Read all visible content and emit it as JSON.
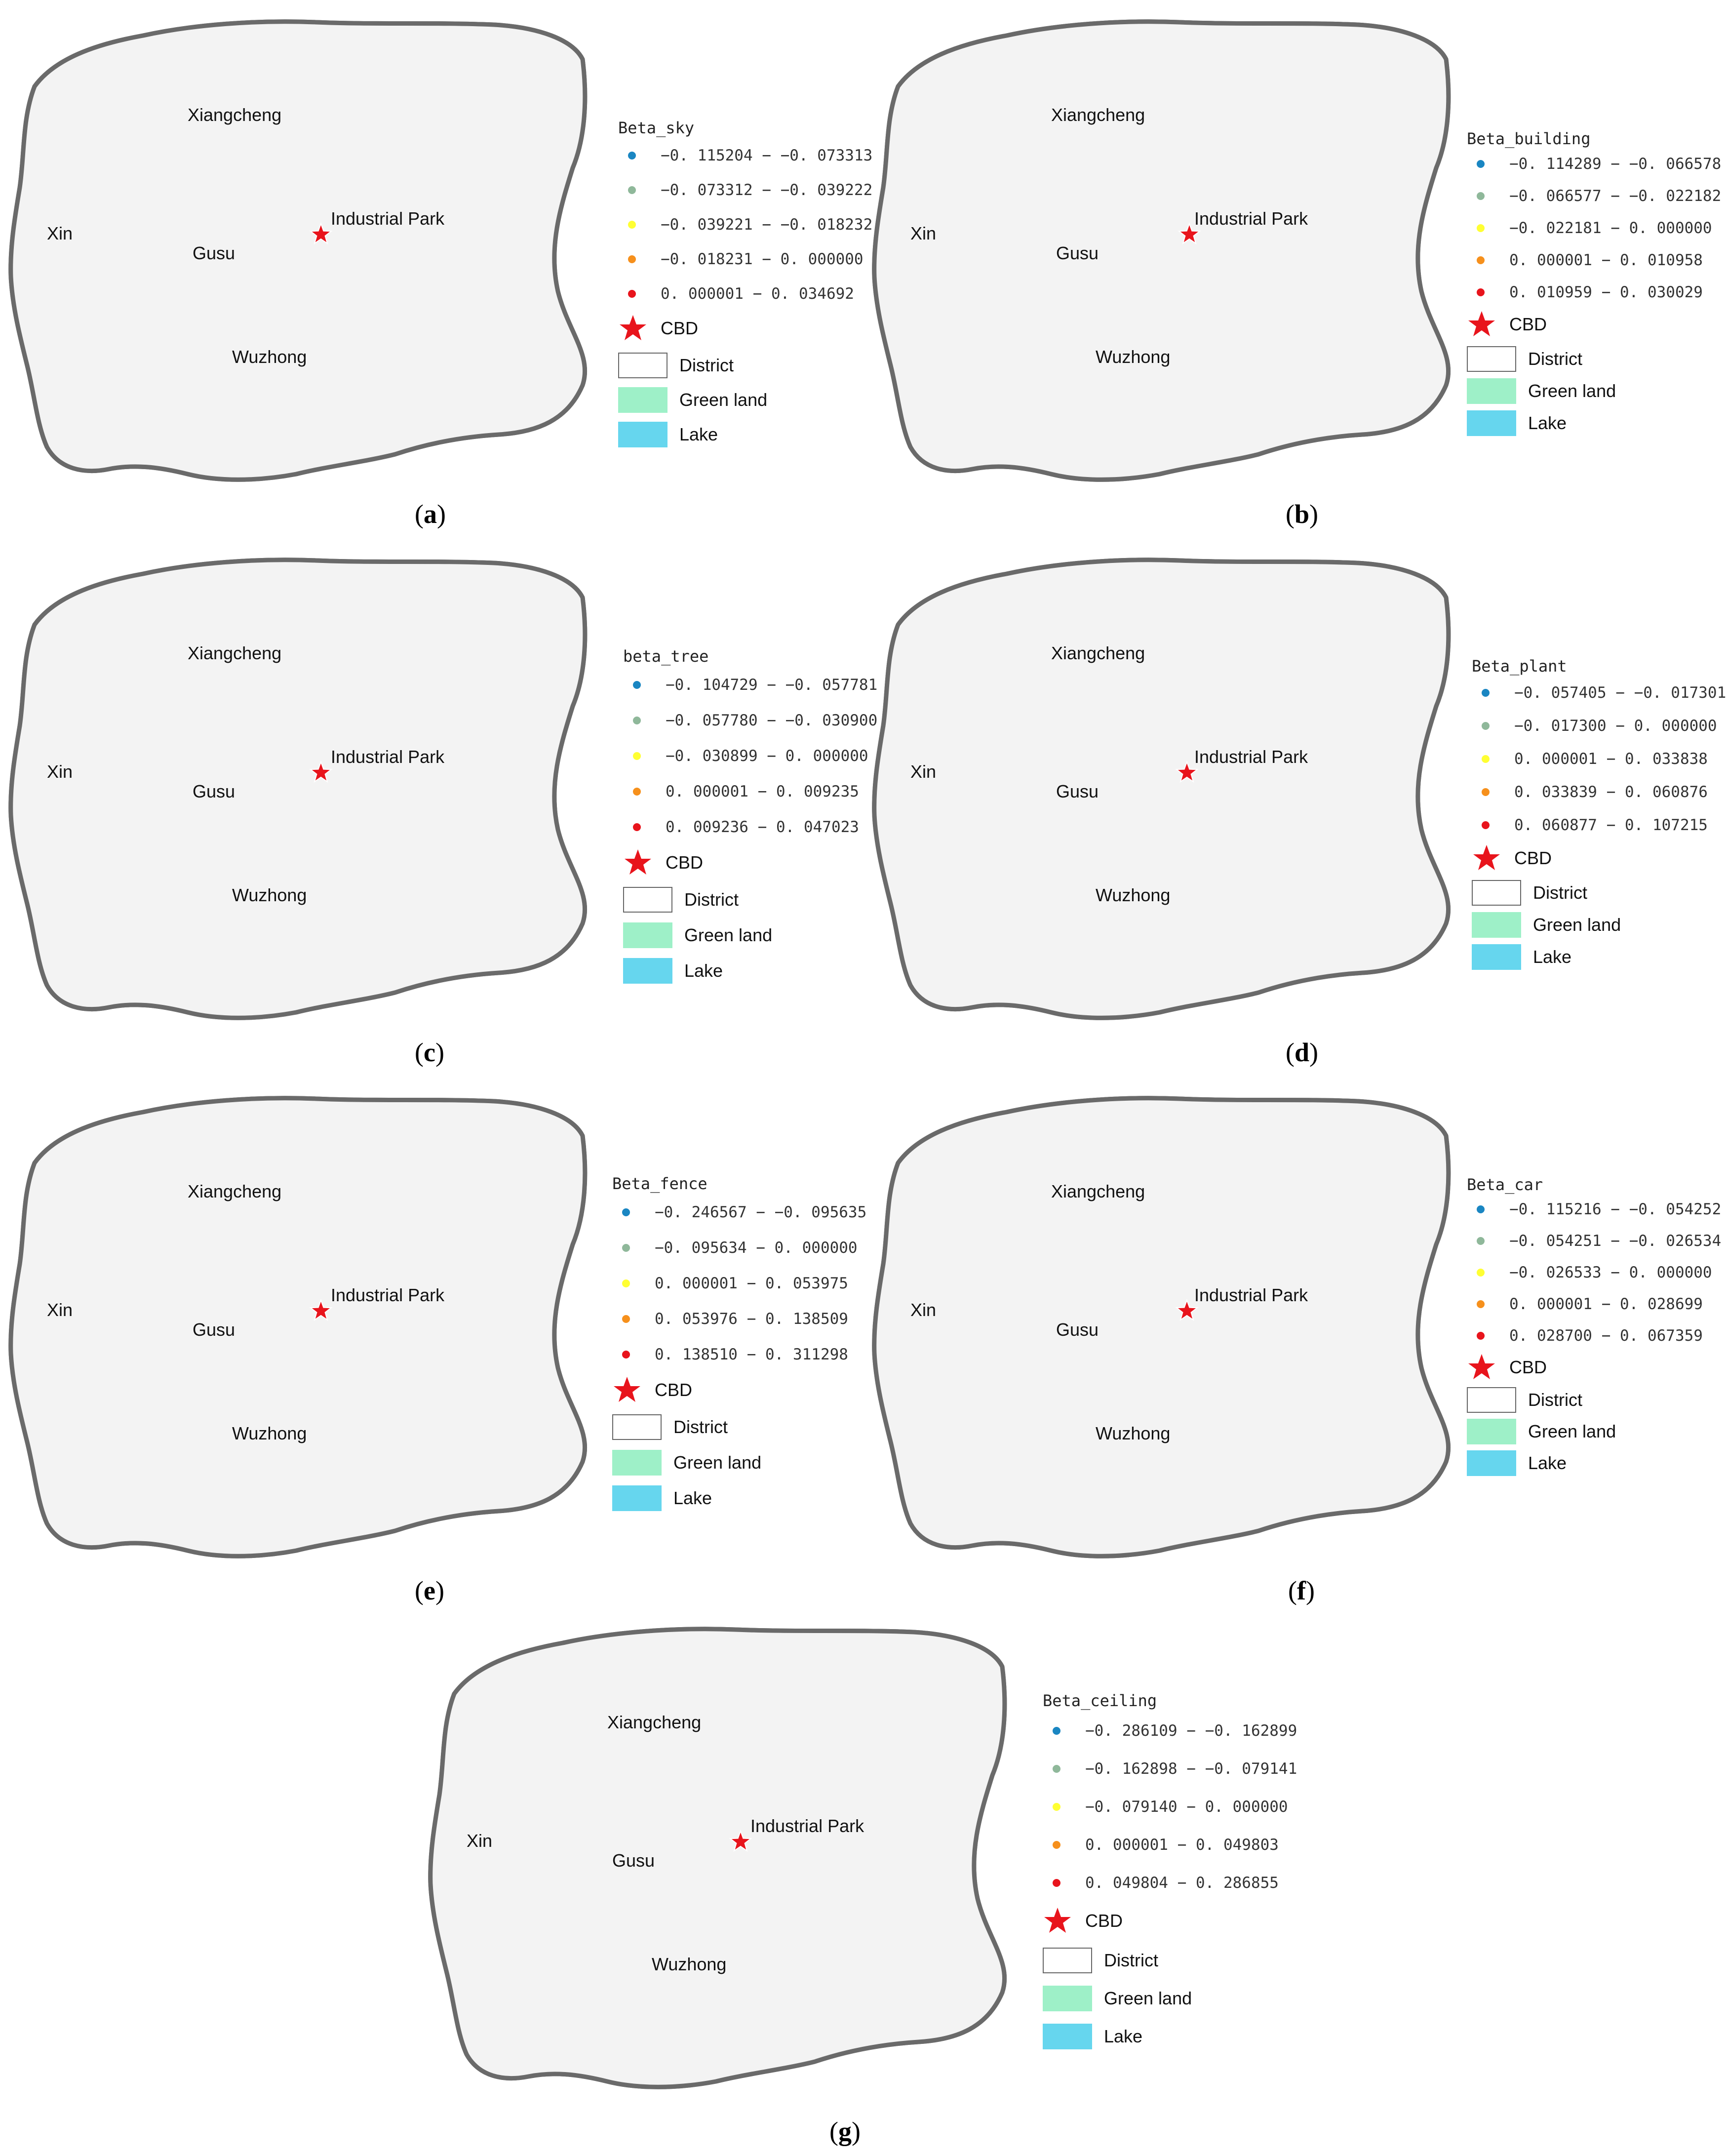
{
  "colors": {
    "class1": "#1a86c2",
    "class2": "#8fb89a",
    "class3": "#ffff33",
    "class4": "#f6901c",
    "class5": "#e8141c",
    "lake": "#66d6ee",
    "green_land": "#9ef0c8",
    "district_fill": "#ffffff",
    "map_background": "#f3f3f3",
    "cbd": "#e8141c"
  },
  "place_labels": {
    "xiangcheng": "Xiangcheng",
    "xin": "Xin",
    "gusu": "Gusu",
    "industrial_park": "Industrial Park",
    "wuzhong": "Wuzhong"
  },
  "common_legend": {
    "cbd": "CBD",
    "district": "District",
    "green_land": "Green land",
    "lake": "Lake"
  },
  "panels": [
    {
      "id": "a",
      "caption_open": "(",
      "caption_letter": "a",
      "caption_close": ")",
      "legend_title": "Beta_sky",
      "classes": [
        "−0. 115204 − −0. 073313",
        "−0. 073312 − −0. 039222",
        "−0. 039221 − −0. 018232",
        "−0. 018231 − 0. 000000",
        "0. 000001 − 0. 034692"
      ]
    },
    {
      "id": "b",
      "caption_open": "(",
      "caption_letter": "b",
      "caption_close": ")",
      "legend_title": "Beta_building",
      "classes": [
        "−0. 114289 − −0. 066578",
        "−0. 066577 − −0. 022182",
        "−0. 022181 − 0. 000000",
        "0. 000001 − 0. 010958",
        "0. 010959 − 0. 030029"
      ]
    },
    {
      "id": "c",
      "caption_open": "(",
      "caption_letter": "c",
      "caption_close": ")",
      "legend_title": "beta_tree",
      "classes": [
        "−0. 104729 − −0. 057781",
        "−0. 057780 − −0. 030900",
        "−0. 030899 − 0. 000000",
        "0. 000001 − 0. 009235",
        "0. 009236 − 0. 047023"
      ]
    },
    {
      "id": "d",
      "caption_open": "(",
      "caption_letter": "d",
      "caption_close": ")",
      "legend_title": "Beta_plant",
      "classes": [
        "−0. 057405 − −0. 017301",
        "−0. 017300 − 0. 000000",
        "0. 000001 − 0. 033838",
        "0. 033839 − 0. 060876",
        "0. 060877 − 0. 107215"
      ]
    },
    {
      "id": "e",
      "caption_open": "(",
      "caption_letter": "e",
      "caption_close": ")",
      "legend_title": "Beta_fence",
      "classes": [
        "−0. 246567 − −0. 095635",
        "−0. 095634 − 0. 000000",
        "0. 000001 − 0. 053975",
        "0. 053976 − 0. 138509",
        "0. 138510 − 0. 311298"
      ]
    },
    {
      "id": "f",
      "caption_open": "(",
      "caption_letter": "f",
      "caption_close": ")",
      "legend_title": "Beta_car",
      "classes": [
        "−0. 115216 − −0. 054252",
        "−0. 054251 − −0. 026534",
        "−0. 026533 − 0. 000000",
        "0. 000001 − 0. 028699",
        "0. 028700 − 0. 067359"
      ]
    },
    {
      "id": "g",
      "caption_open": "(",
      "caption_letter": "g",
      "caption_close": ")",
      "legend_title": "Beta_ceiling",
      "classes": [
        "−0. 286109 − −0. 162899",
        "−0. 162898 − −0. 079141",
        "−0. 079140 − 0. 000000",
        "0. 000001 − 0. 049803",
        "0. 049804 − 0. 286855"
      ]
    }
  ]
}
